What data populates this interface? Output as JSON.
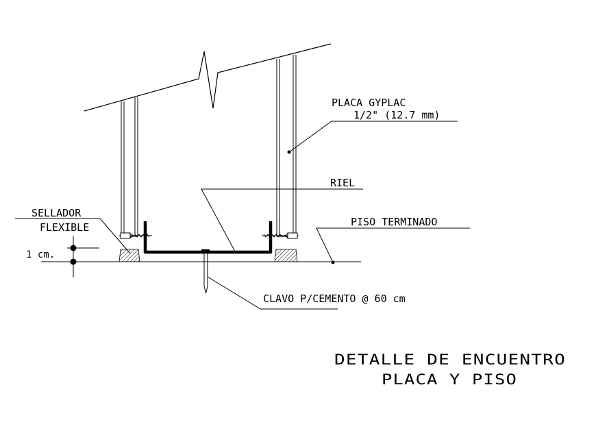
{
  "labels": {
    "placa_line1": "PLACA GYPLAC",
    "placa_line2": "1/2\" (12.7 mm)",
    "riel": "RIEL",
    "piso": "PISO TERMINADO",
    "sellador_line1": "SELLADOR",
    "sellador_line2": "FLEXIBLE",
    "dimension": "1 cm.",
    "clavo": "CLAVO P/CEMENTO @ 60 cm"
  },
  "title": {
    "line1": "DETALLE DE ENCUENTRO",
    "line2": "PLACA Y PISO"
  },
  "colors": {
    "ink": "#000000",
    "background": "#ffffff"
  }
}
